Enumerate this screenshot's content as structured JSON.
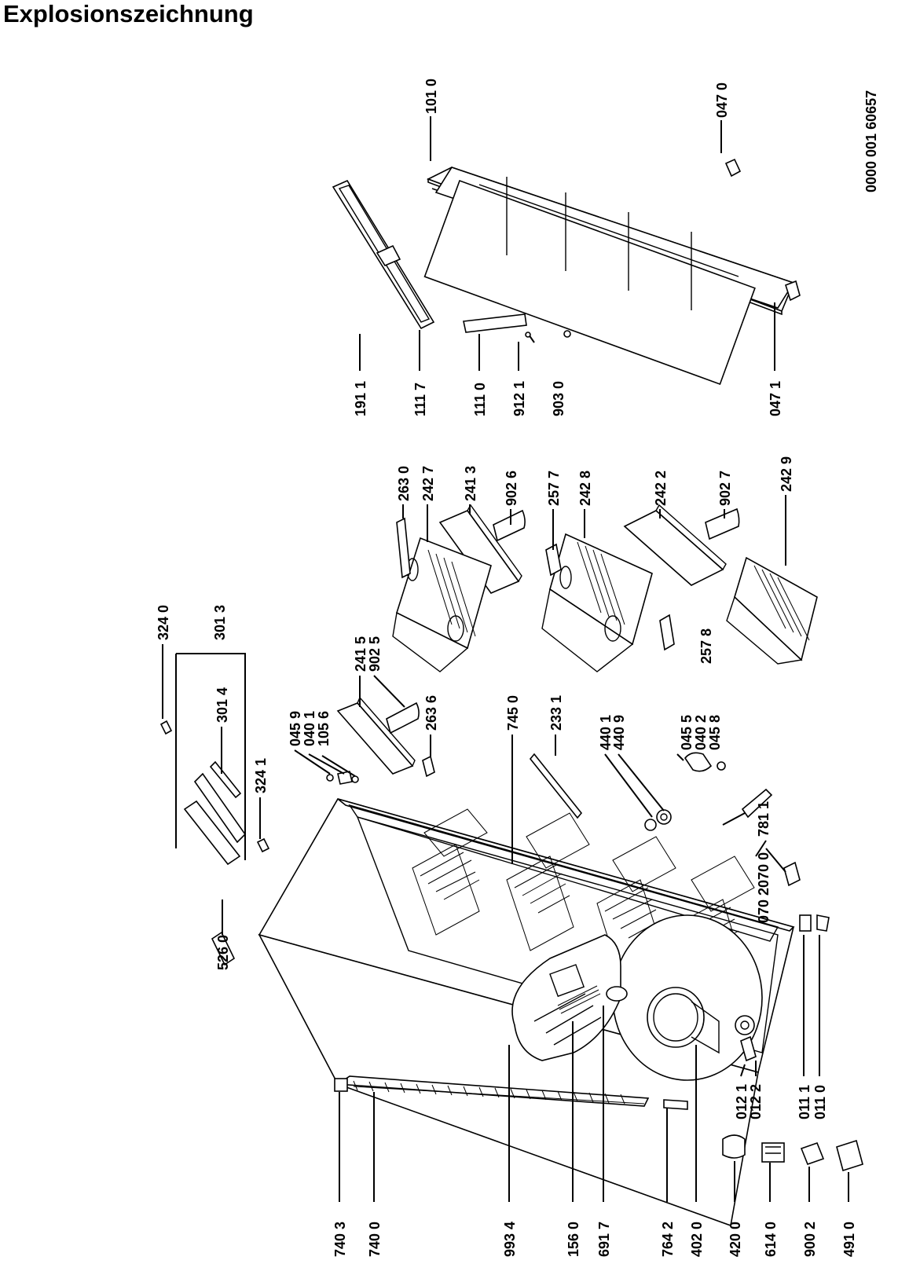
{
  "title": "Explosionszeichnung",
  "document_number": "0000 001 60657",
  "labels": [
    "101 0",
    "047 0",
    "191 1",
    "111 7",
    "111 0",
    "912 1",
    "903 0",
    "047 1",
    "263 0",
    "242 7",
    "241 3",
    "902 6",
    "257 7",
    "242 8",
    "242 2",
    "902 7",
    "242 9",
    "324 0",
    "301 3",
    "301 4",
    "324 1",
    "526 0",
    "045 9",
    "040 1",
    "105 6",
    "241 5",
    "902 5",
    "263 6",
    "745 0",
    "233 1",
    "440 1",
    "440 9",
    "045 5",
    "040 2",
    "045 8",
    "257 8",
    "781 1",
    "070 2070 0",
    "012 1",
    "012 2",
    "011 1",
    "011 0",
    "740 3",
    "740 0",
    "993 4",
    "156 0",
    "691 7",
    "764 2",
    "402 0",
    "420 0",
    "614 0",
    "900 2",
    "491 0"
  ]
}
